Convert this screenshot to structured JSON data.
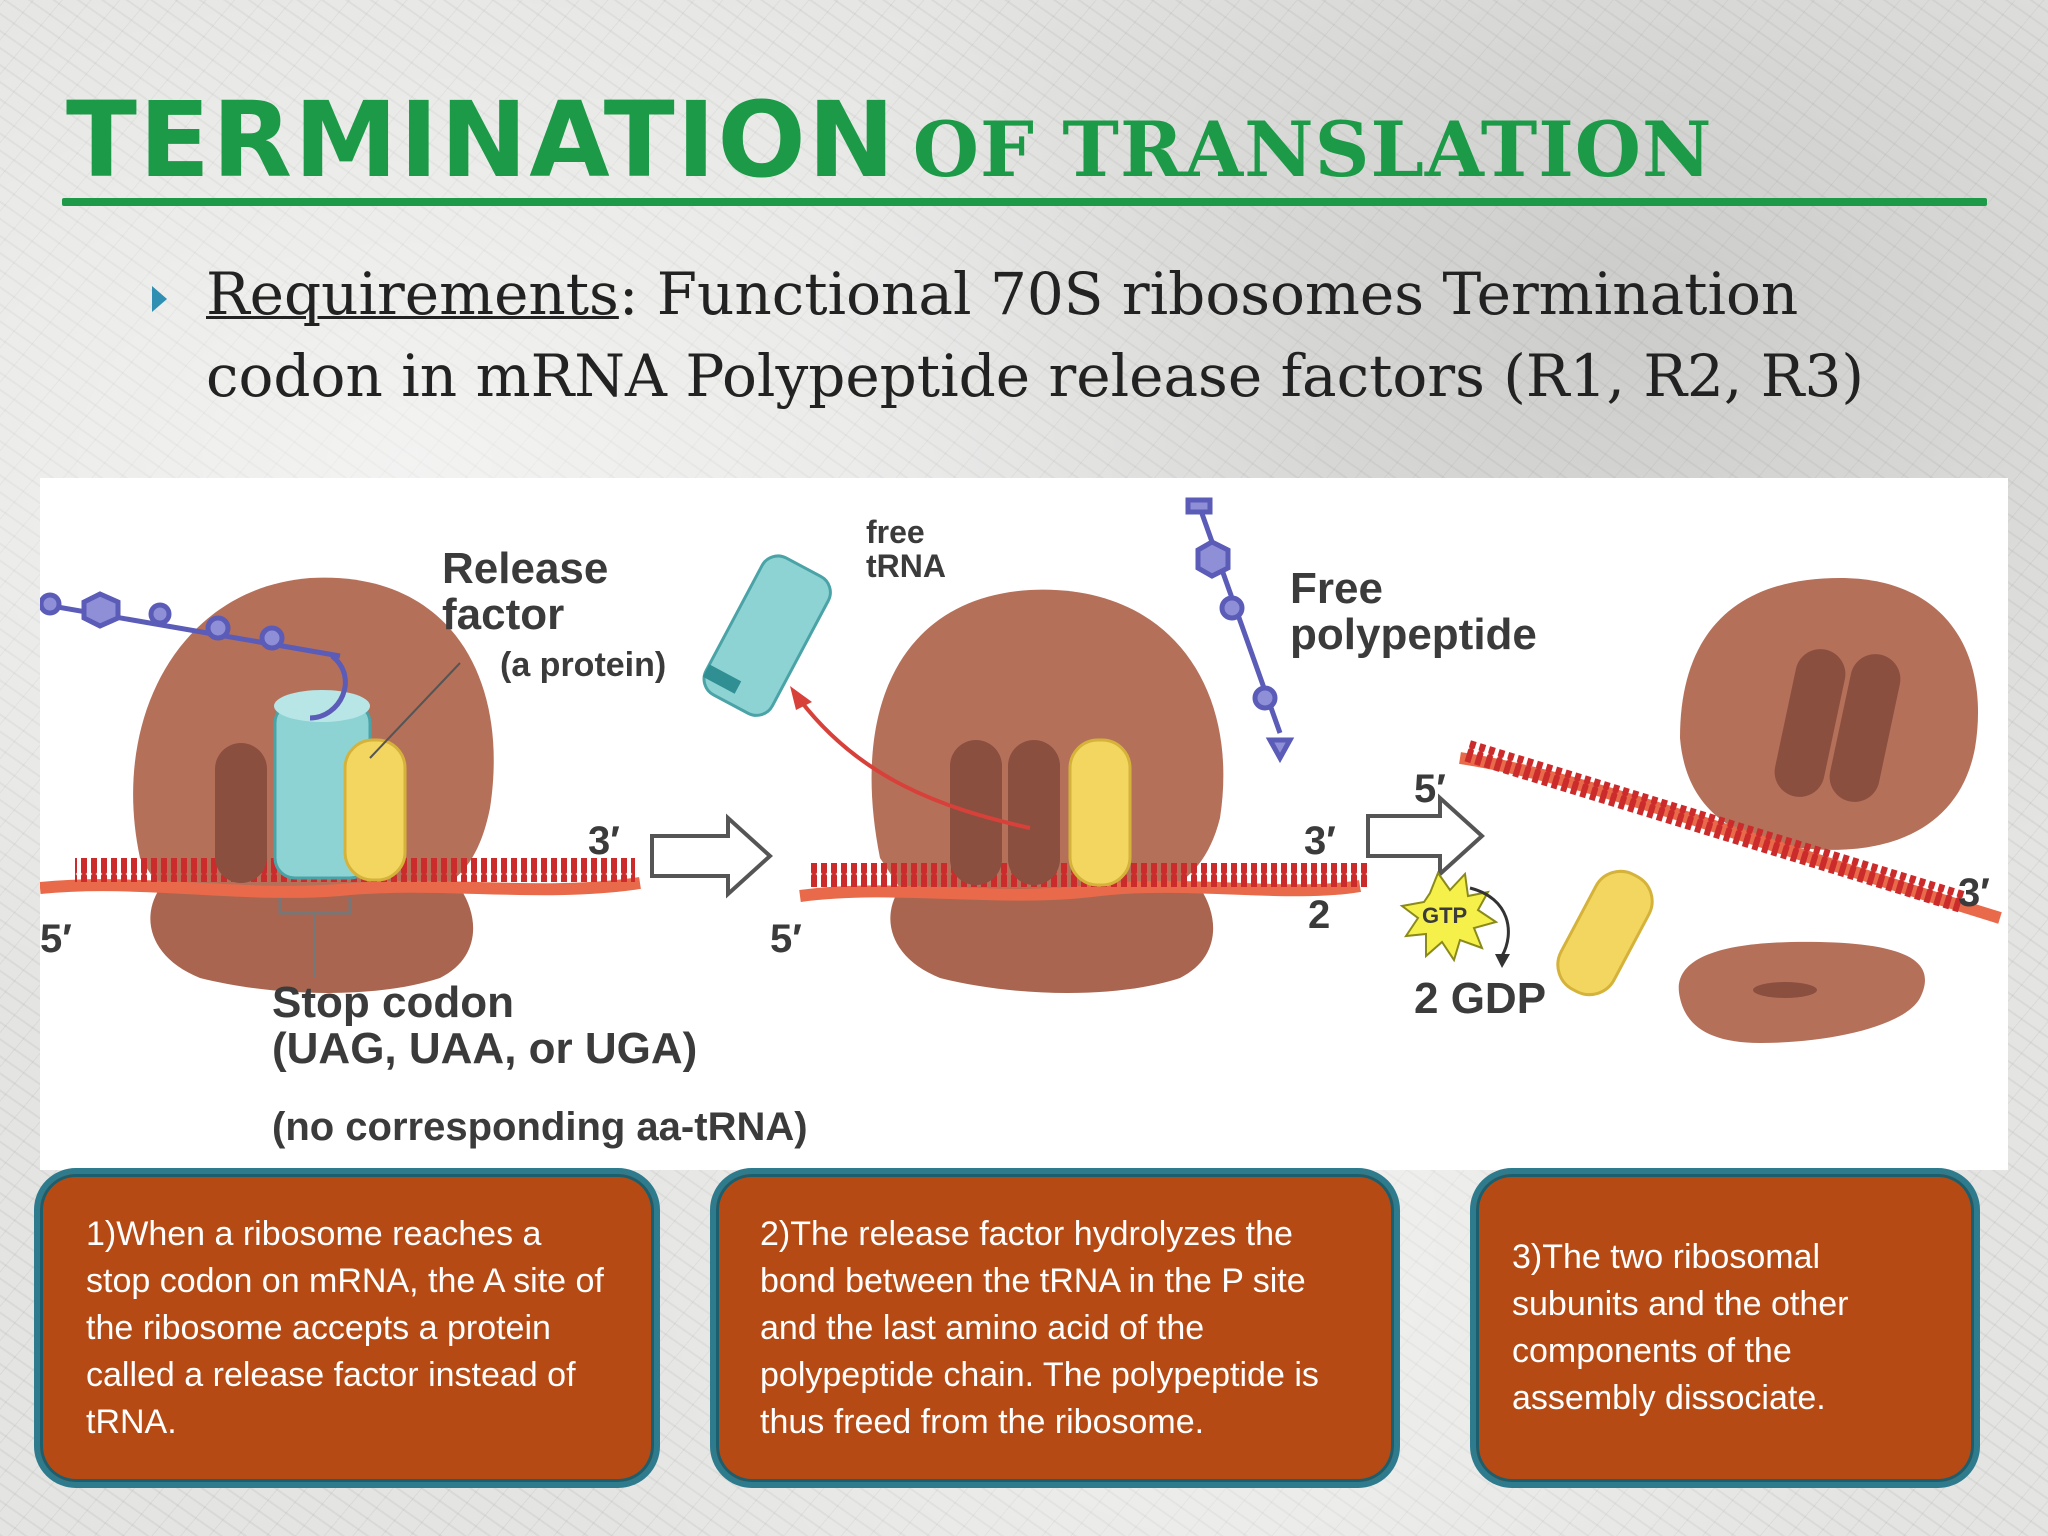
{
  "title": {
    "part1": "TERMINATION",
    "part2": "OF TRANSLATION"
  },
  "requirements": {
    "label": "Requirements",
    "text": ": Functional 70S ribosomes Termination codon in mRNA Polypeptide release factors (R1, R2, R3)"
  },
  "diagram": {
    "release_factor": "Release\nfactor",
    "a_protein": "(a protein)",
    "free_trna": "free\ntRNA",
    "free_polypeptide": "Free\npolypeptide",
    "stop_codon": "Stop codon\n(UAG, UAA, or UGA)",
    "no_aa_trna": "(no corresponding aa-tRNA)",
    "prime_3": "3′",
    "prime_5": "5′",
    "gtp_count": "2",
    "gtp": "GTP",
    "gdp": "2 GDP"
  },
  "steps": [
    "1)When a ribosome reaches a stop codon on mRNA, the A site of the ribosome accepts a protein called a release factor instead of tRNA.",
    "2)The release factor hydrolyzes the bond between the tRNA in the P site and the last amino acid of the polypeptide chain. The polypeptide is thus freed from the ribosome.",
    "3)The two ribosomal subunits and the other components of  the assembly dissociate."
  ],
  "colors": {
    "title_green": "#1d9a47",
    "box_fill": "#b64a14",
    "box_border": "#2d7b8c",
    "ribosome": "#b5705a",
    "trna": "#8ed3d4",
    "release_factor": "#f3d660",
    "mrna": "#d8403a"
  }
}
